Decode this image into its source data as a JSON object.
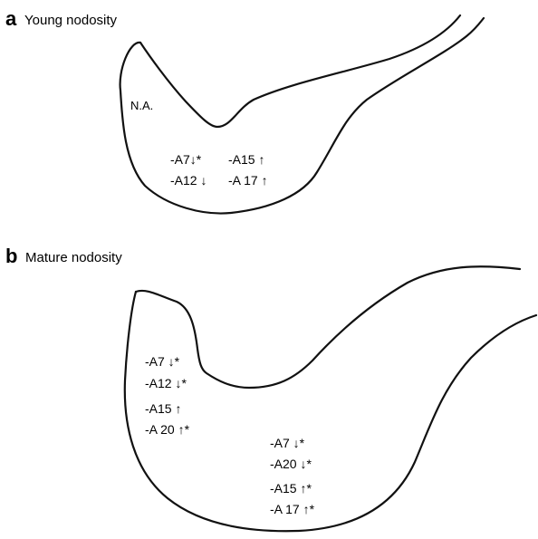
{
  "panels": [
    {
      "letter": "a",
      "title": "Young nodosity",
      "region_label": "N.A.",
      "labels": [
        "-A7↓*",
        "-A12 ↓",
        "-A15 ↑",
        "-A 17 ↑"
      ]
    },
    {
      "letter": "b",
      "title": "Mature nodosity",
      "left_labels": [
        "-A7 ↓*",
        "-A12 ↓*",
        "-A15 ↑",
        "-A 20 ↑*"
      ],
      "right_labels": [
        "-A7 ↓*",
        "-A20 ↓*",
        "-A15 ↑*",
        "-A 17 ↑*"
      ]
    }
  ]
}
